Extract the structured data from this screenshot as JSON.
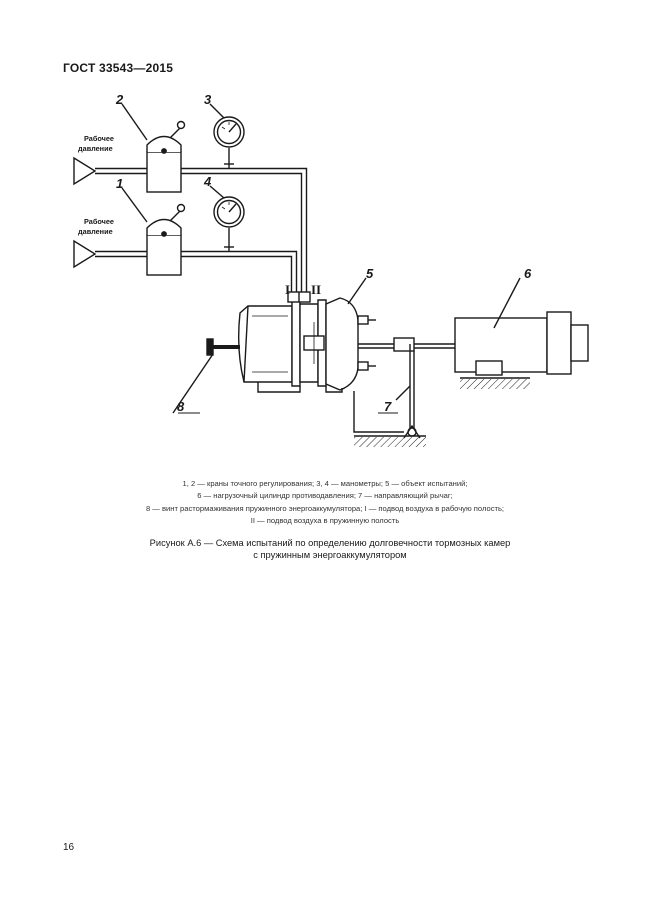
{
  "header": {
    "standard": "ГОСТ 33543—2015"
  },
  "figure": {
    "inlet_labels": [
      {
        "line1": "Рабочее",
        "line2": "давление"
      },
      {
        "line1": "Рабочее",
        "line2": "давление"
      }
    ],
    "part_labels": {
      "valve_upper": "2",
      "valve_lower": "1",
      "gauge_upper": "3",
      "gauge_lower": "4",
      "chamber": "5",
      "load_cylinder": "6",
      "lever": "7",
      "screw": "8",
      "port_1": "I",
      "port_2": "II"
    }
  },
  "legend": {
    "lines": [
      "1, 2 — краны точного регулирования; 3, 4 — манометры; 5 — объект испытаний;",
      "6 — нагрузочный цилиндр противодавления; 7 — направляющий рычаг;",
      "8 — винт растормаживания пружинного энергоаккумулятора; I — подвод воздуха в рабочую полость;",
      "II — подвод воздуха в пружинную полость"
    ]
  },
  "caption": {
    "line1": "Рисунок А.6 — Схема испытаний по определению долговечности тормозных камер",
    "line2": "с пружинным энергоаккумулятором"
  },
  "page_number": "16"
}
